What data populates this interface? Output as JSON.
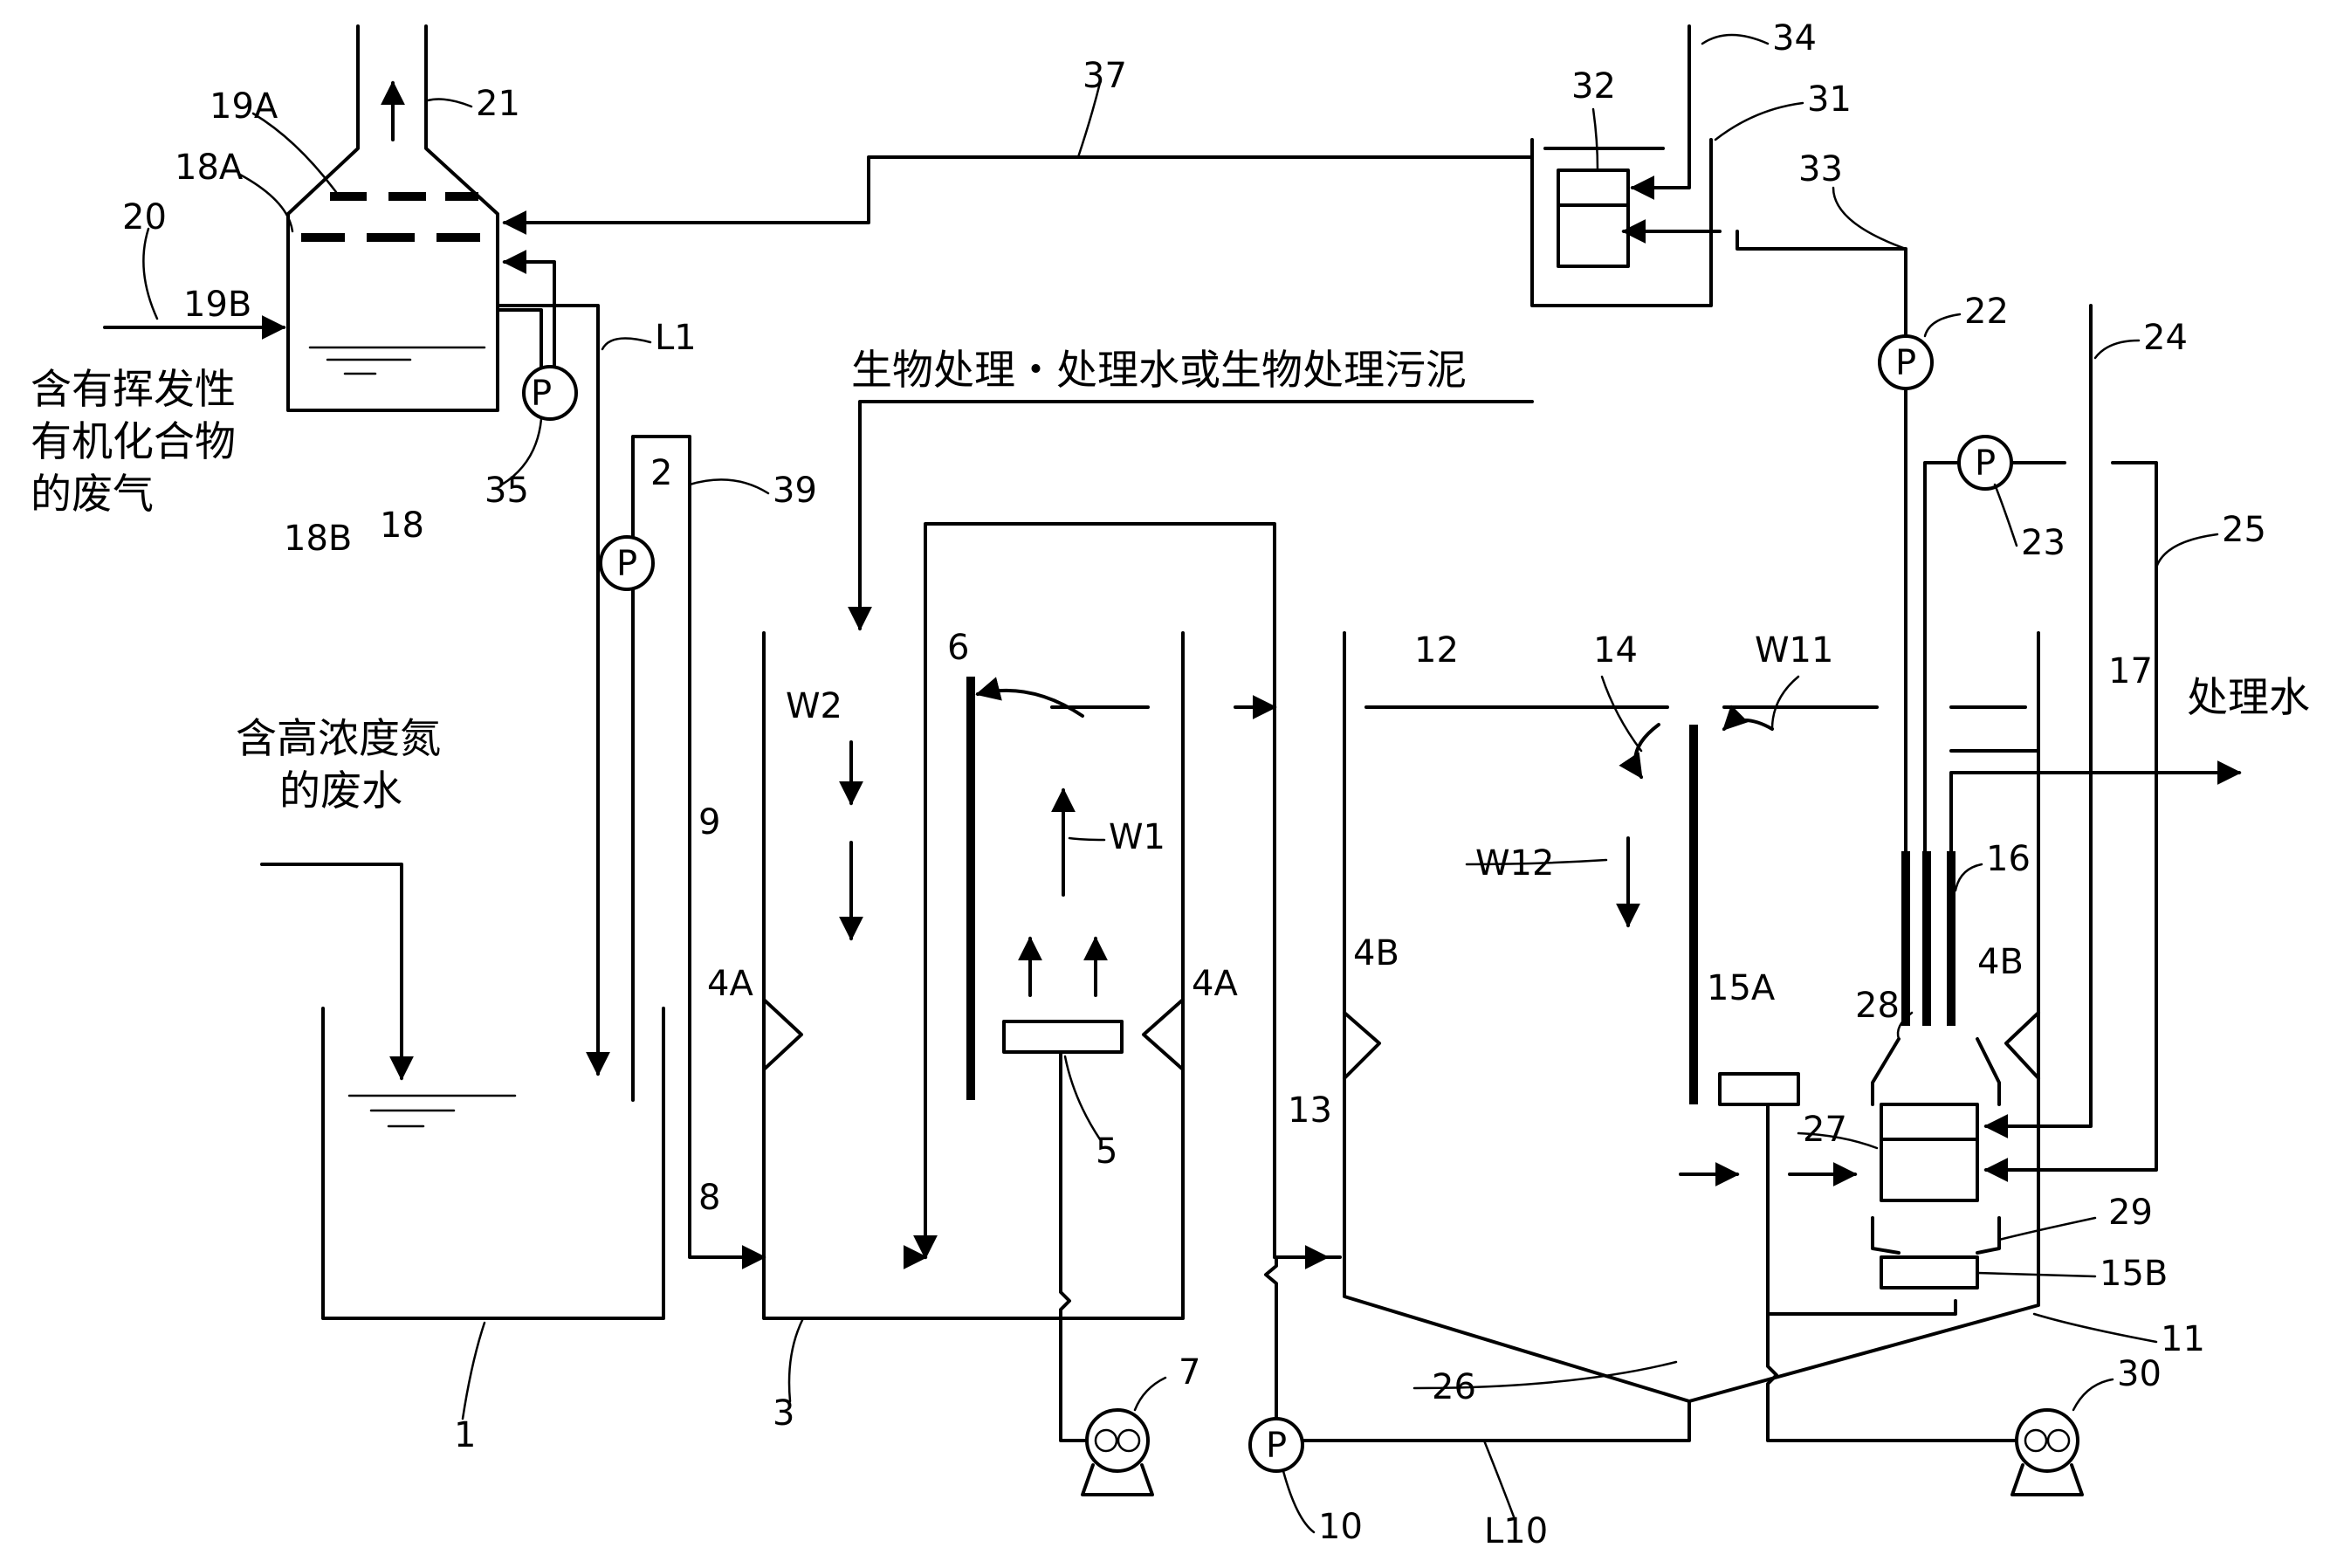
{
  "texts": {
    "gas_inlet": [
      "含有挥发性",
      "有机化合物",
      "的废气"
    ],
    "wastewater_inlet": [
      "含高浓度氮",
      "的废水"
    ],
    "bio_feed": "生物处理・处理水或生物处理污泥",
    "treated_water": "处理水"
  },
  "pump_symbol": "P",
  "labels": {
    "n1": "1",
    "n2": "2",
    "n3": "3",
    "n4A_left": "4A",
    "n4A_right": "4A",
    "n4B_left": "4B",
    "n4B_right": "4B",
    "n5": "5",
    "n6": "6",
    "n7": "7",
    "n8": "8",
    "n9": "9",
    "n10": "10",
    "n11": "11",
    "n12": "12",
    "n13": "13",
    "n14": "14",
    "n15A": "15A",
    "n15B": "15B",
    "n16": "16",
    "n17": "17",
    "n18": "18",
    "n18A": "18A",
    "n18B": "18B",
    "n19A": "19A",
    "n19B": "19B",
    "n20": "20",
    "n21": "21",
    "n22": "22",
    "n23": "23",
    "n24": "24",
    "n25": "25",
    "n26": "26",
    "n27": "27",
    "n28": "28",
    "n29": "29",
    "n30": "30",
    "n31": "31",
    "n32": "32",
    "n33": "33",
    "n34": "34",
    "n35": "35",
    "n37": "37",
    "n39": "39",
    "L1": "L1",
    "L10": "L10",
    "W1": "W1",
    "W2": "W2",
    "W11": "W11",
    "W12": "W12"
  }
}
